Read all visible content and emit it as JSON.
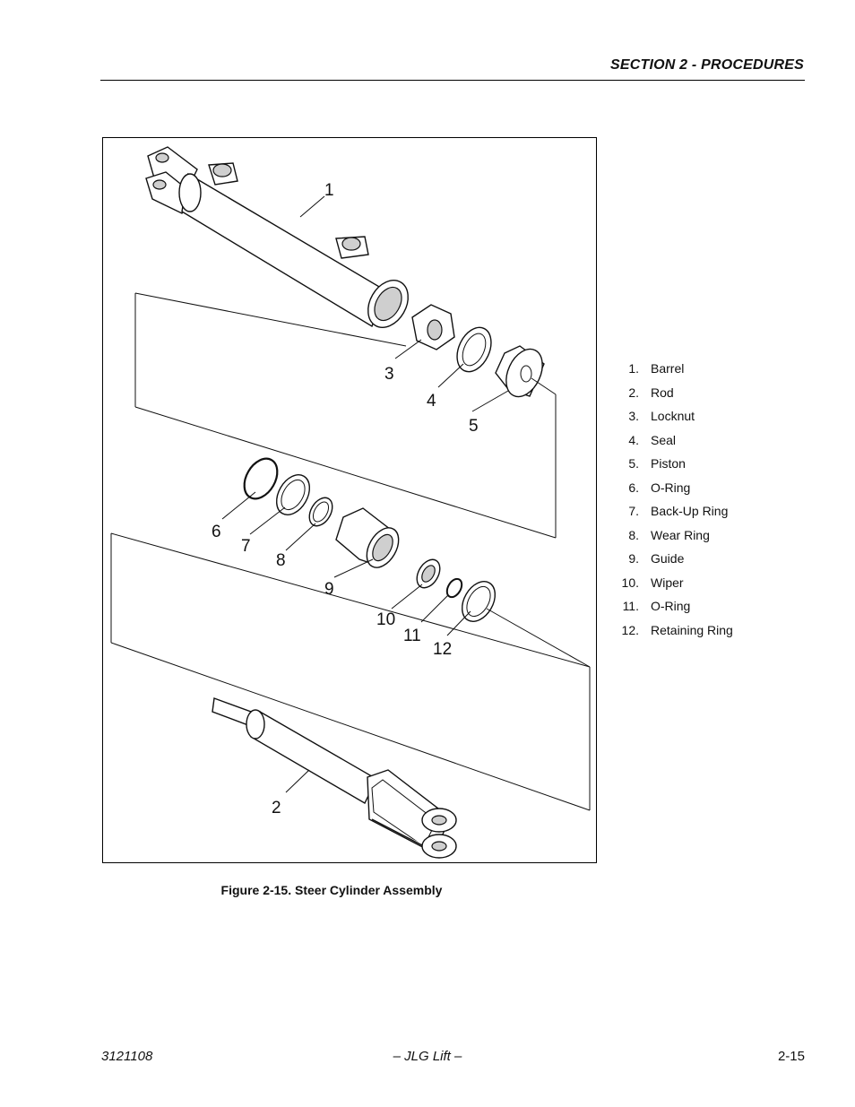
{
  "header": {
    "section_title": "SECTION 2 - PROCEDURES"
  },
  "figure": {
    "caption": "Figure 2-15.  Steer Cylinder Assembly",
    "callouts": [
      "1",
      "2",
      "3",
      "4",
      "5",
      "6",
      "7",
      "8",
      "9",
      "10",
      "11",
      "12"
    ],
    "legend": [
      {
        "num": "1.",
        "label": "Barrel"
      },
      {
        "num": "2.",
        "label": "Rod"
      },
      {
        "num": "3.",
        "label": "Locknut"
      },
      {
        "num": "4.",
        "label": "Seal"
      },
      {
        "num": "5.",
        "label": "Piston"
      },
      {
        "num": "6.",
        "label": "O-Ring"
      },
      {
        "num": "7.",
        "label": "Back-Up Ring"
      },
      {
        "num": "8.",
        "label": "Wear Ring"
      },
      {
        "num": "9.",
        "label": "Guide"
      },
      {
        "num": "10.",
        "label": "Wiper"
      },
      {
        "num": "11.",
        "label": "O-Ring"
      },
      {
        "num": "12.",
        "label": "Retaining Ring"
      }
    ]
  },
  "footer": {
    "doc_number": "3121108",
    "publisher": "– JLG Lift –",
    "page_number": "2-15"
  }
}
